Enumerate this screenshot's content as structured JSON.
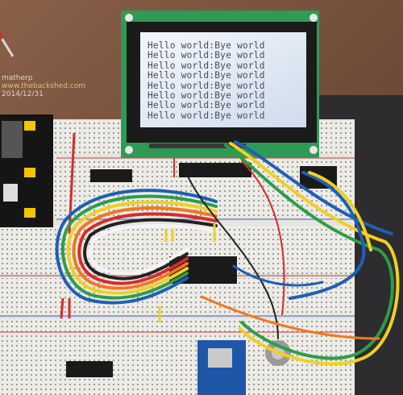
{
  "watermark": {
    "author": "matherp",
    "site": "www.thebackshed.com",
    "date": "2014/12/31"
  },
  "lcd": {
    "lines": [
      "Hello world:Bye world",
      "Hello world:Bye world",
      "Hello world:Bye world",
      "Hello world:Bye world",
      "Hello world:Bye world",
      "Hello world:Bye world",
      "Hello world:Bye world",
      "Hello world:Bye world"
    ]
  },
  "colors": {
    "table": "#6b4a3a",
    "breadboard": "#e8e6e0",
    "pcb": "#2f9a55",
    "lcd_screen": "#dfe8f2",
    "lcd_bezel": "#1b1b1b"
  }
}
